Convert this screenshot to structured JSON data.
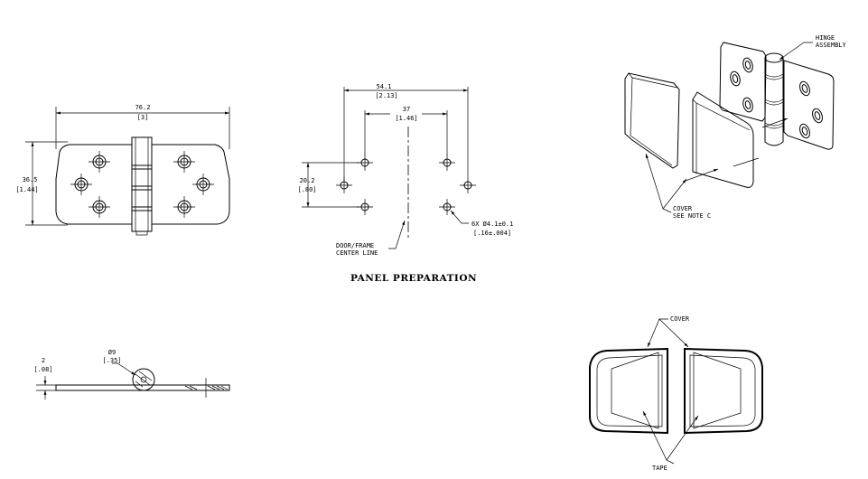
{
  "labels": {
    "width_mm": "76.2",
    "width_in": "[3]",
    "height_mm": "36.5",
    "height_in": "[1.44]",
    "panel_outer_mm": "54.1",
    "panel_outer_in": "[2.13]",
    "panel_inner_mm": "37",
    "panel_inner_in": "[1.46]",
    "panel_vert_mm": "20.2",
    "panel_vert_in": "[.80]",
    "center_line_1": "DOOR/FRAME",
    "center_line_2": "CENTER LINE",
    "hole_note_1": "6X Ø4.1±0.1",
    "hole_note_2": "[.16±.004]",
    "panel_title": "PANEL PREPARATION",
    "hinge_assembly_1": "HINGE",
    "hinge_assembly_2": "ASSEMBLY",
    "cover_note_1": "COVER",
    "cover_note_2": "SEE NOTE C",
    "thickness_mm": "2",
    "thickness_in": "[.08]",
    "knuckle_mm": "Ø9",
    "knuckle_in": "[.35]",
    "cover_label": "COVER",
    "tape_label": "TAPE"
  }
}
